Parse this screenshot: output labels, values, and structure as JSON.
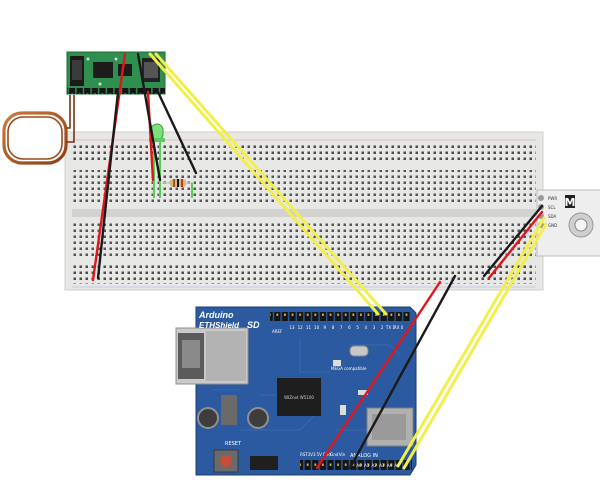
{
  "arduino": {
    "brand": "Arduino",
    "model": "ETHShield",
    "sd_label": "SD",
    "chip_text": "WIZnet W5100",
    "compat_text": "MEGA compatible",
    "reset_label": "RESET",
    "analog_label": "ANALOG IN",
    "power_labels": [
      "RST",
      "3V3",
      "5V",
      "Gnd",
      "Gnd",
      "Vin"
    ],
    "analog_pins": [
      "A0",
      "A1",
      "A2",
      "A3",
      "A4",
      "A5"
    ],
    "digital_pins": [
      "13",
      "12",
      "11",
      "10",
      "9",
      "8",
      "7",
      "6",
      "5",
      "4",
      "3",
      "2",
      "TX 1",
      "RX 0"
    ],
    "aref_label": "AREF"
  },
  "sensor_board": {
    "logo": "M",
    "pin_labels": [
      "PWR",
      "SCL",
      "SDA",
      "GND"
    ]
  },
  "wire_colors": {
    "power": "#e0161b",
    "ground": "#1a1a1a",
    "signal": "#f2ef4a"
  },
  "component_colors": {
    "board_blue": "#2c5aa0",
    "rfid_green": "#2f8f4f",
    "coil_copper": "#b25a26",
    "led_green": "#7be17b"
  }
}
